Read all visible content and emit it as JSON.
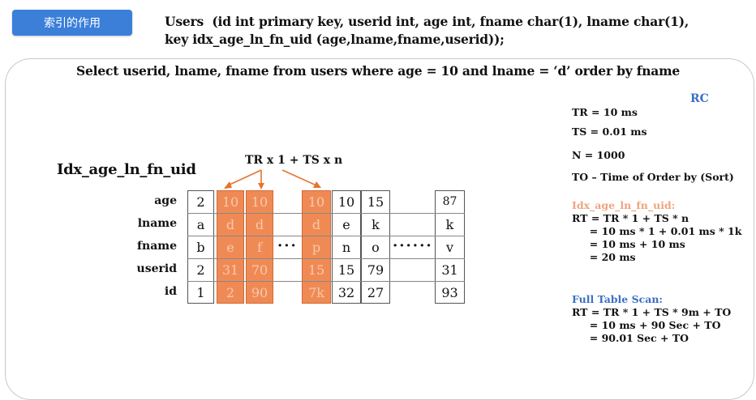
{
  "tag": "索引的作用",
  "schema": {
    "line1": "Users  (id int primary key, userid int, age int, fname char(1), lname char(1),",
    "line2": "key idx_age_ln_fn_uid (age,lname,fname,userid));"
  },
  "query": "Select userid, lname, fname from users where age = 10 and lname = ‘d’ order by fname",
  "index": {
    "title": "Idx_age_ln_fn_uid",
    "formula": "TR x 1 + TS x n",
    "row_labels": [
      "age",
      "lname",
      "fname",
      "userid",
      "id"
    ],
    "columns": [
      {
        "values": [
          "2",
          "a",
          "b",
          "2",
          "1"
        ],
        "highlight": false
      },
      {
        "values": [
          "10",
          "d",
          "e",
          "31",
          "2"
        ],
        "highlight": true
      },
      {
        "values": [
          "10",
          "d",
          "f",
          "70",
          "90"
        ],
        "highlight": true
      },
      {
        "values": [
          "10",
          "d",
          "p",
          "15",
          "7k"
        ],
        "highlight": true
      },
      {
        "values": [
          "10",
          "e",
          "n",
          "15",
          "32"
        ],
        "highlight": false
      },
      {
        "values": [
          "15",
          "k",
          "o",
          "79",
          "27"
        ],
        "highlight": false
      },
      {
        "values": [
          "87",
          "k",
          "v",
          "31",
          "93"
        ],
        "highlight": false
      }
    ],
    "ellipsis_short": "···",
    "ellipsis_long": "······"
  },
  "right": {
    "label": "RC",
    "tr": "TR = 10 ms",
    "ts": "TS = 0.01 ms",
    "n": "N = 1000",
    "to": "TO – Time of Order by (Sort)",
    "idx_heading": "Idx_age_ln_fn_uid:",
    "idx_lines": [
      "RT = TR * 1 + TS * n",
      "     = 10 ms * 1 + 0.01 ms * 1k",
      "     = 10 ms + 10 ms",
      "     = 20 ms"
    ],
    "fts_heading": "Full Table Scan:",
    "fts_lines": [
      "RT = TR * 1 + TS * 9m + TO",
      "     = 10 ms + 90 Sec + TO",
      "     = 90.01 Sec + TO"
    ]
  },
  "colors": {
    "tag_bg": "#3b7fd9",
    "highlight": "#f08a55",
    "highlight_text": "#f7c9ad",
    "heading_orange": "#f0a380",
    "heading_blue": "#3b6fc4"
  }
}
